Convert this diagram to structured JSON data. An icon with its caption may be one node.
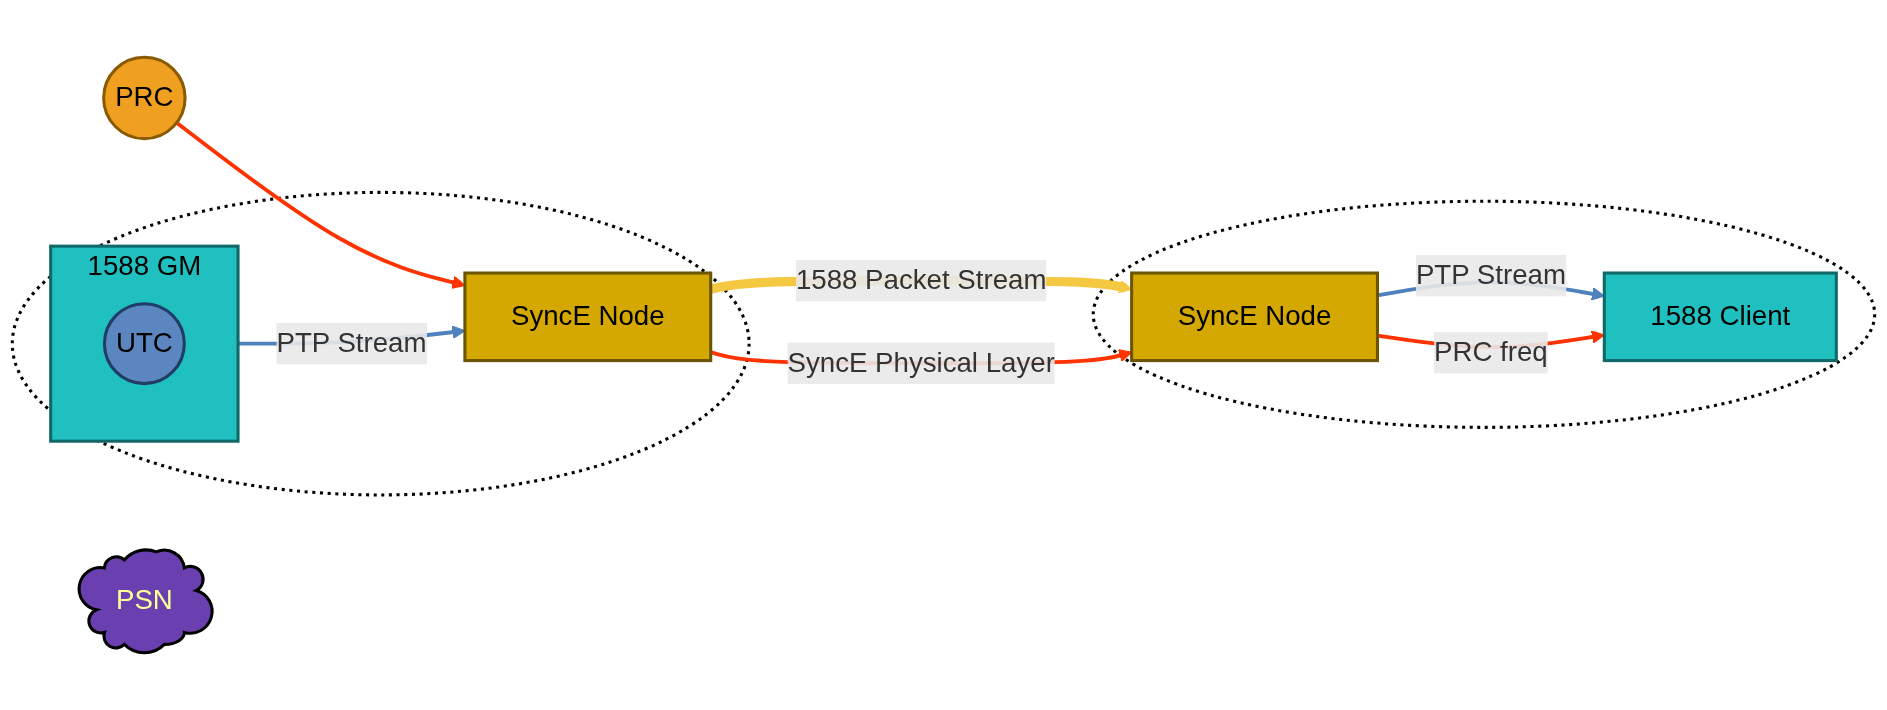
{
  "diagram": {
    "nodes": [
      {
        "text": [],
        "shape": "circle"
      },
      {
        "text": [
          "PRC"
        ]
      },
      {
        "text": [
          "1588 GM"
        ],
        "in": 0
      },
      {
        "text": [
          "UTC"
        ],
        "in": 2
      },
      {
        "text": [
          "SyncE Node"
        ],
        "in": 0
      },
      {
        "text": [
          "PSN"
        ]
      },
      {
        "text": [],
        "shape": "circle"
      },
      {
        "text": [
          "SyncE Node"
        ],
        "in": 6
      },
      {
        "text": [
          "1588 Client"
        ],
        "in": 6
      }
    ],
    "edges": [
      {
        "from": 1,
        "to": 4,
        "arrow": "to",
        "color": "#ff3300"
      },
      {
        "from": 2,
        "to": 4,
        "arrow": "to",
        "label": "PTP Stream",
        "color": "#4f81bd"
      },
      {
        "from": 4,
        "to": 7,
        "arrow": "to",
        "label": "1588 Packet Stream",
        "style": "thick",
        "color": "#f5c842"
      },
      {
        "from": 4,
        "to": 7,
        "arrow": "to",
        "label": "SyncE Physical Layer",
        "color": "#ff3300"
      },
      {
        "from": 7,
        "to": 8,
        "arrow": "to",
        "label": "PTP Stream",
        "color": "#4f81bd"
      },
      {
        "from": 7,
        "to": 8,
        "arrow": "to",
        "label": "PRC freq",
        "color": "#ff3300"
      }
    ]
  }
}
